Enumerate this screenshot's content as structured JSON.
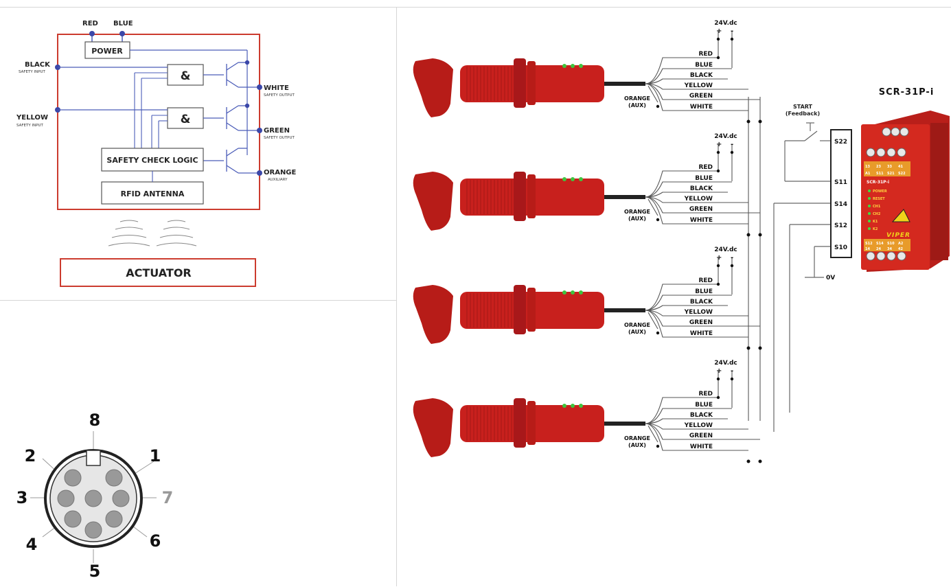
{
  "block_diagram": {
    "top_labels": [
      "RED",
      "BLUE"
    ],
    "power": "POWER",
    "and_gate": "&",
    "inputs": [
      {
        "name": "BLACK",
        "sub": "SAFETY INPUT"
      },
      {
        "name": "YELLOW",
        "sub": "SAFETY INPUT"
      }
    ],
    "outputs": [
      {
        "name": "WHITE",
        "sub": "SAFETY OUTPUT"
      },
      {
        "name": "GREEN",
        "sub": "SAFETY OUTPUT"
      },
      {
        "name": "ORANGE",
        "sub": "AUXILIARY"
      }
    ],
    "safety_check": "SAFETY CHECK LOGIC",
    "rfid": "RFID ANTENNA",
    "actuator": "ACTUATOR",
    "colors": {
      "frame": "#cc3b2e",
      "node": "#3b47a8",
      "line": "#4a5cb8"
    }
  },
  "connector": {
    "pins": [
      "1",
      "2",
      "3",
      "4",
      "5",
      "6",
      "7",
      "8"
    ]
  },
  "wiring": {
    "supply": "24V.dc",
    "plus": "+",
    "minus": "-",
    "wires": [
      "RED",
      "BLUE",
      "BLACK",
      "YELLOW",
      "GREEN",
      "WHITE"
    ],
    "aux_line1": "ORANGE",
    "aux_line2": "(AUX)",
    "start_line1": "START",
    "start_line2": "(Feedback)",
    "terminals": [
      "S22",
      "S11",
      "S14",
      "S12",
      "S10"
    ],
    "zero_v": "0V",
    "relay": {
      "title": "SCR-31P-i",
      "model": "SCR-31P-i",
      "top_terms": [
        "13",
        "23",
        "33",
        "41",
        "A1",
        "S11",
        "S21",
        "S22"
      ],
      "bottom_terms": [
        "S12",
        "S14",
        "S10",
        "A2",
        "14",
        "24",
        "34",
        "42"
      ],
      "leds": [
        "POWER",
        "RESET",
        "CH1",
        "CH2",
        "K1",
        "K2"
      ],
      "brand": "VIPER"
    },
    "sensor_color": "#c8201d"
  }
}
